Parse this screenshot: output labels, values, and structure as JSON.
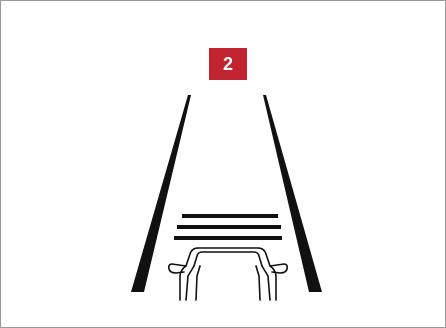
{
  "badge": {
    "number": "2",
    "color": "#c1232f",
    "text_color": "#ffffff"
  },
  "illustration": {
    "line_color": "#111111",
    "frame_color": "#9a9a9a",
    "elements": [
      "left-lane-line",
      "right-lane-line",
      "stripe-group",
      "car-rear-view"
    ]
  }
}
